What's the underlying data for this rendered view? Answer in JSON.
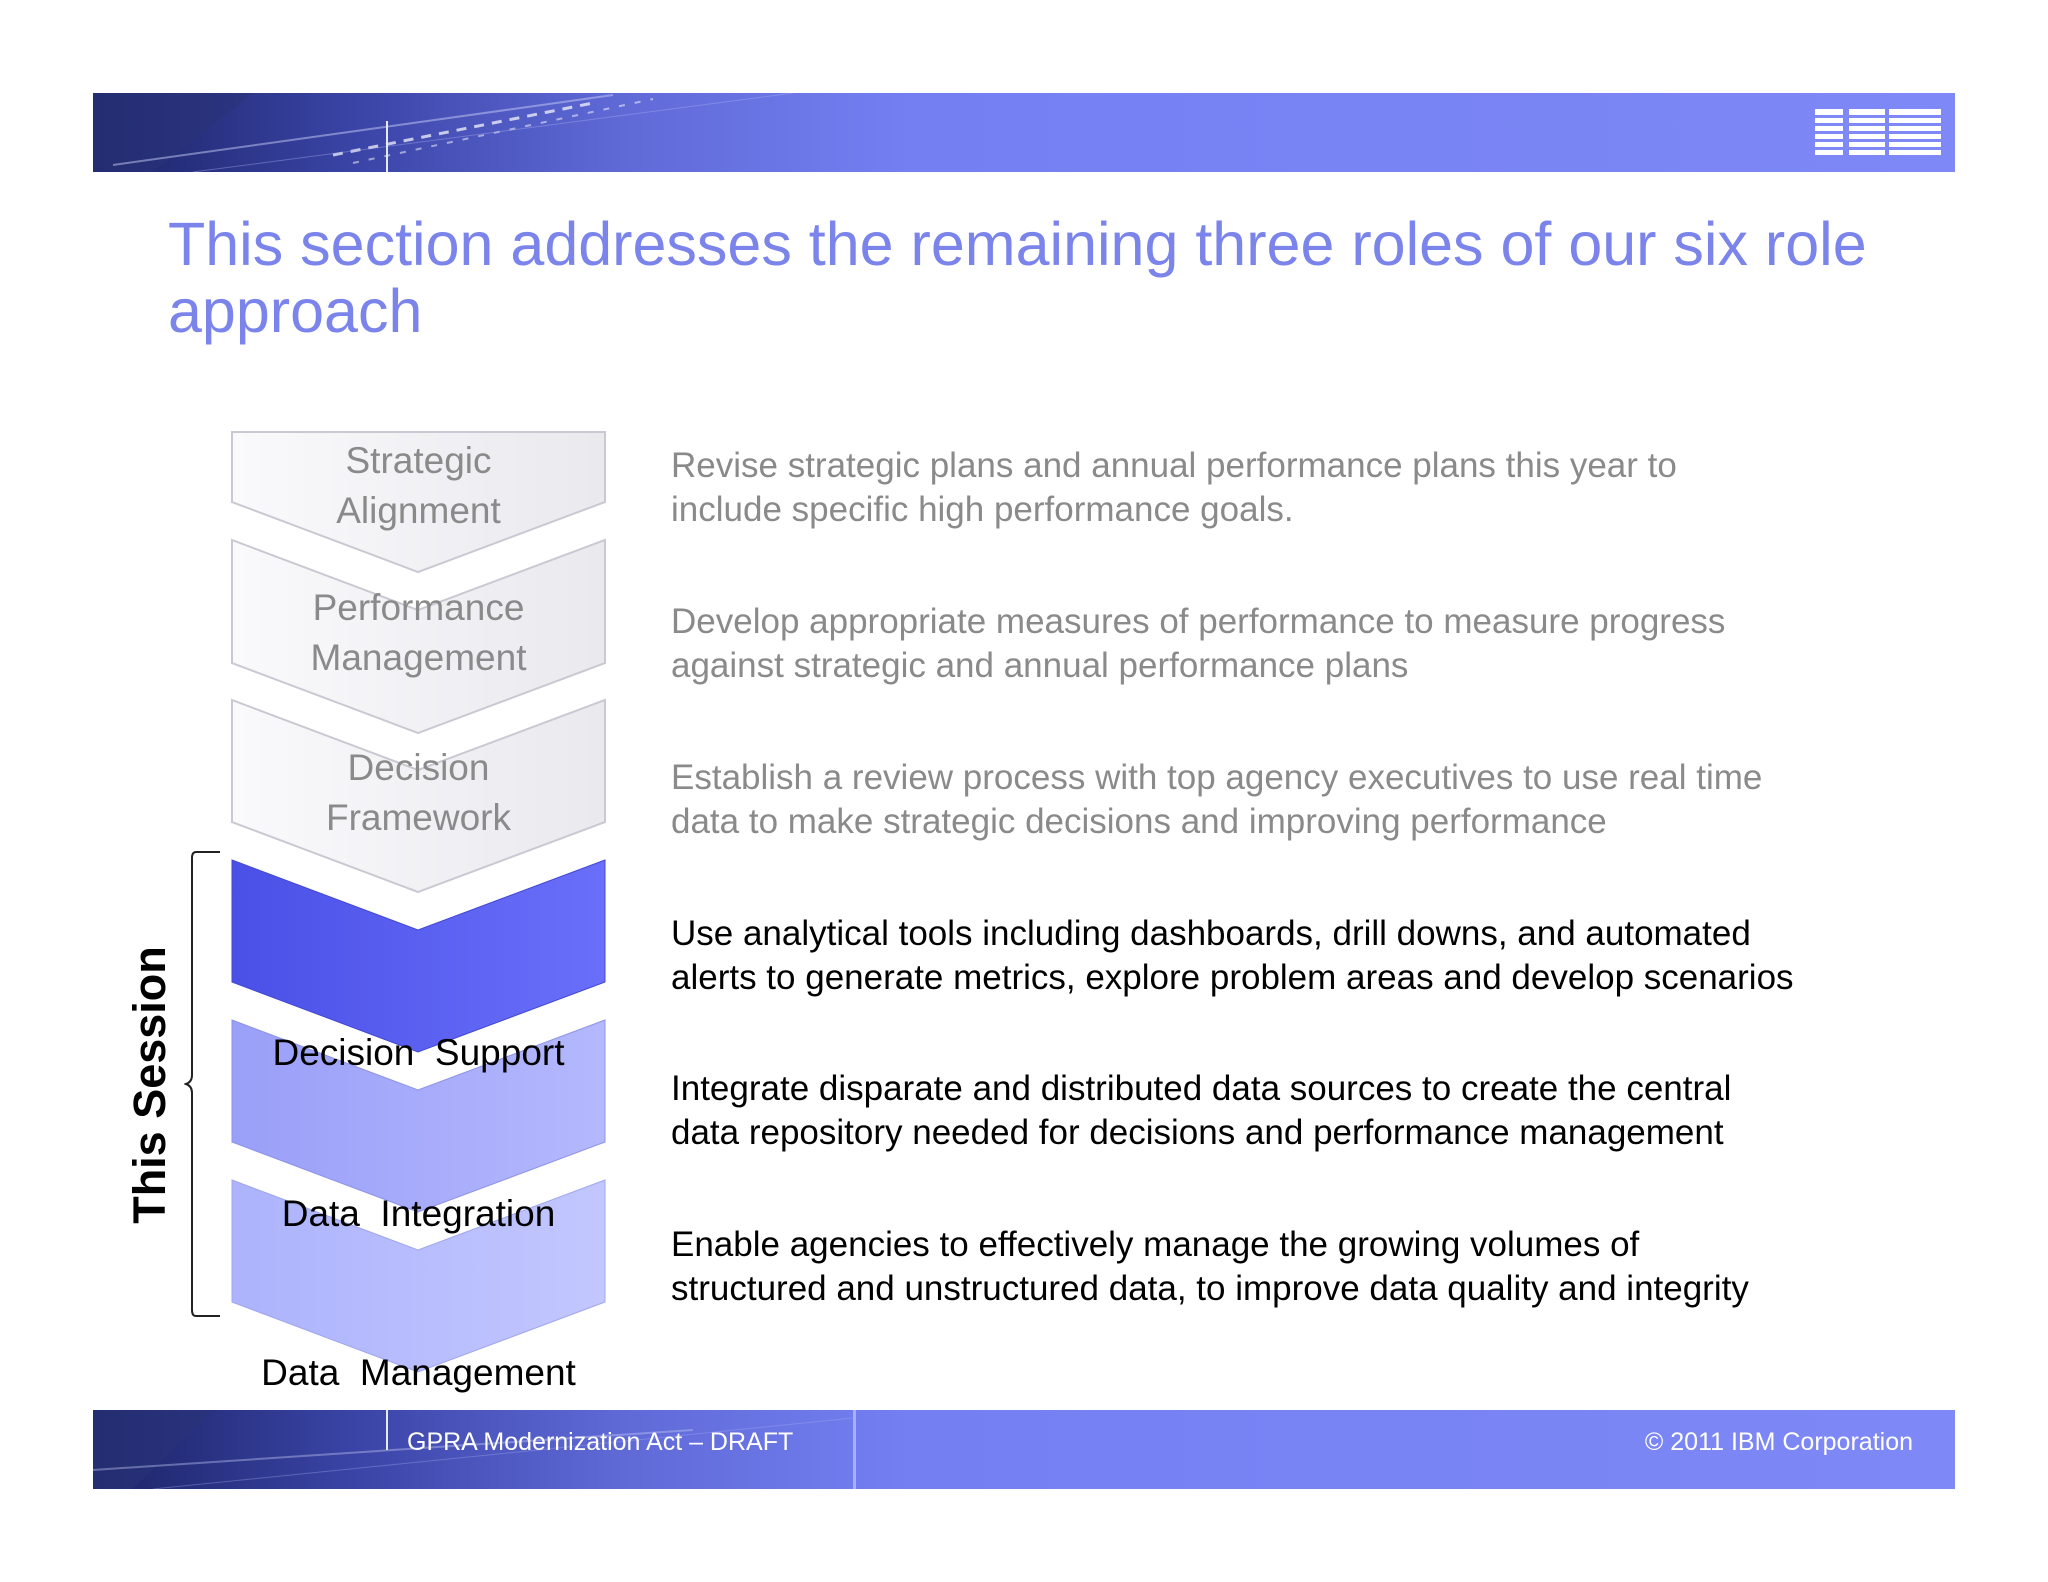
{
  "header": {
    "logo": "IBM"
  },
  "title": "This section addresses the remaining three roles of our six role approach",
  "roles": [
    {
      "label_lines": [
        "Strategic",
        "Alignment"
      ],
      "description_lines": [
        "Revise strategic plans and annual performance plans this year to",
        "include specific high performance goals."
      ],
      "state": "previous"
    },
    {
      "label_lines": [
        "Performance",
        "Management"
      ],
      "description_lines": [
        "Develop appropriate measures of performance to measure progress",
        "against strategic and annual performance plans"
      ],
      "state": "previous"
    },
    {
      "label_lines": [
        "Decision",
        "Framework"
      ],
      "description_lines": [
        "Establish a review process with top agency executives to use real time",
        "data to make strategic decisions and improving performance"
      ],
      "state": "previous"
    },
    {
      "label_lines": [
        "Decision  Support"
      ],
      "description_lines": [
        "Use analytical tools including dashboards, drill downs, and automated",
        "alerts to generate metrics, explore problem areas and develop scenarios"
      ],
      "state": "session"
    },
    {
      "label_lines": [
        "Data  Integration"
      ],
      "description_lines": [
        "Integrate disparate and distributed data sources to create the central",
        "data repository needed for decisions and performance management"
      ],
      "state": "session"
    },
    {
      "label_lines": [
        "Data  Management"
      ],
      "description_lines": [
        "Enable agencies to effectively manage the growing volumes of",
        "structured and unstructured data, to improve data quality and integrity"
      ],
      "state": "session"
    }
  ],
  "colors": {
    "title": "#7b84ea",
    "chevron_previous": "#f2f2f4",
    "chevron_decision_support": "#5a5ff0",
    "chevron_data_integration": "#a8acfb",
    "chevron_data_management": "#b8befe",
    "banner": "#7e88f6"
  },
  "session_label": "This Session",
  "footer": {
    "left": "GPRA Modernization Act – DRAFT",
    "right": "© 2011 IBM Corporation"
  }
}
